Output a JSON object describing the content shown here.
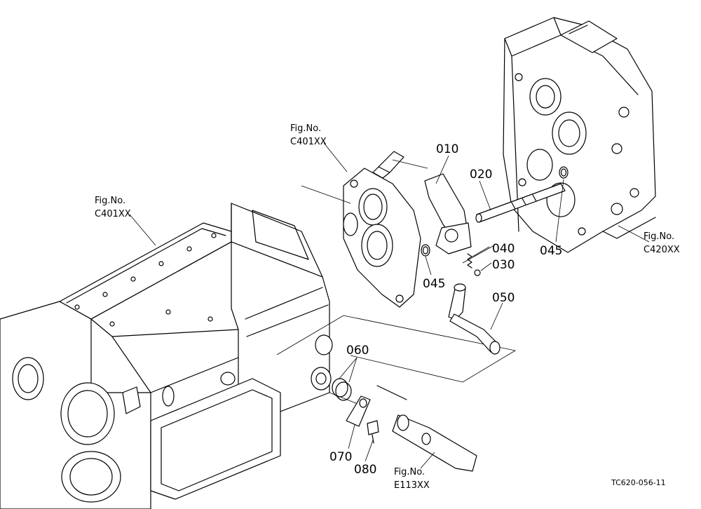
{
  "parts": [
    {
      "id": "p010",
      "number": "010"
    },
    {
      "id": "p020",
      "number": "020"
    },
    {
      "id": "p030",
      "number": "030"
    },
    {
      "id": "p040",
      "number": "040"
    },
    {
      "id": "p045a",
      "number": "045"
    },
    {
      "id": "p045b",
      "number": "045"
    },
    {
      "id": "p050",
      "number": "050"
    },
    {
      "id": "p060",
      "number": "060"
    },
    {
      "id": "p070",
      "number": "070"
    },
    {
      "id": "p080",
      "number": "080"
    }
  ],
  "figure_refs": [
    {
      "line1": "Fig.No.",
      "line2": "C401XX"
    },
    {
      "line1": "Fig.No.",
      "line2": "C401XX"
    },
    {
      "line1": "Fig.No.",
      "line2": "C420XX"
    },
    {
      "line1": "Fig.No.",
      "line2": "E113XX"
    }
  ],
  "drawing_code": "TC620-056-11"
}
